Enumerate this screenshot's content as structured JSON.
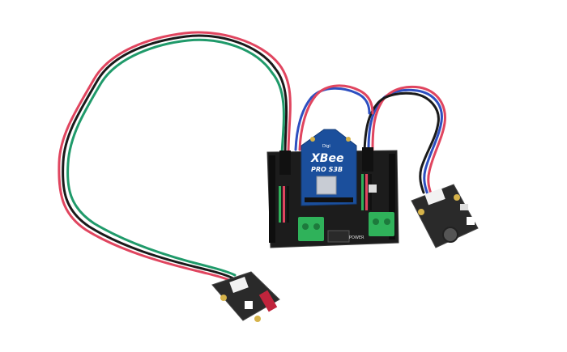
{
  "photo": {
    "background_color": "#ffffff",
    "xbee_module": {
      "brand": "Digi",
      "product": "XBee",
      "model": "PRO S3B",
      "pcb_color": "#1b4f9c"
    },
    "io_shield": {
      "pcb_color": "#1c1c1c",
      "label": "POWER",
      "terminal_color": "#2fb25a"
    },
    "sensor_left": {
      "pcb_color": "#2a2a2a",
      "connector_color": "#f2f2f2"
    },
    "sensor_right": {
      "pcb_color": "#2a2a2a",
      "part": "microphone"
    },
    "cable_colors": {
      "green": "#1f9a6a",
      "red": "#e0455f",
      "black": "#1a1a1a",
      "blue": "#2d4fc0"
    }
  }
}
